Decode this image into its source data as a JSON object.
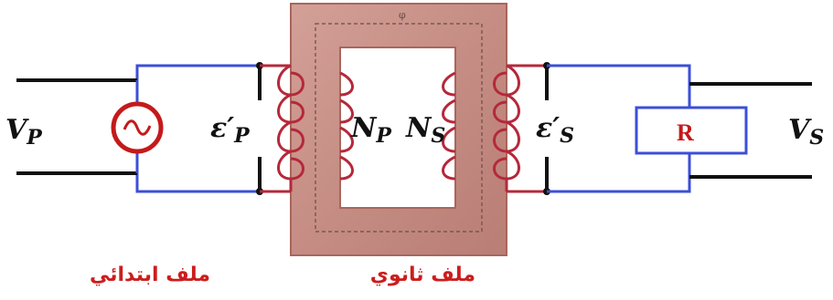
{
  "labels": {
    "vp_main": "V",
    "vp_sub": "P",
    "ep_main": "ε′",
    "ep_sub": "P",
    "np_main": "N",
    "np_sub": "P",
    "ns_main": "N",
    "ns_sub": "S",
    "es_main": "ε′",
    "es_sub": "S",
    "vs_main": "V",
    "vs_sub": "S",
    "resistor": "R",
    "primary_coil": "ملف ابتدائي",
    "secondary_coil": "ملف ثانوي"
  },
  "colors": {
    "wire_blue": "#3b4fd6",
    "terminal_black": "#111111",
    "coil_red": "#b5283a",
    "core_copper": "#c9938a",
    "core_edge": "#a8665c",
    "text_red": "#cc1d1d"
  }
}
